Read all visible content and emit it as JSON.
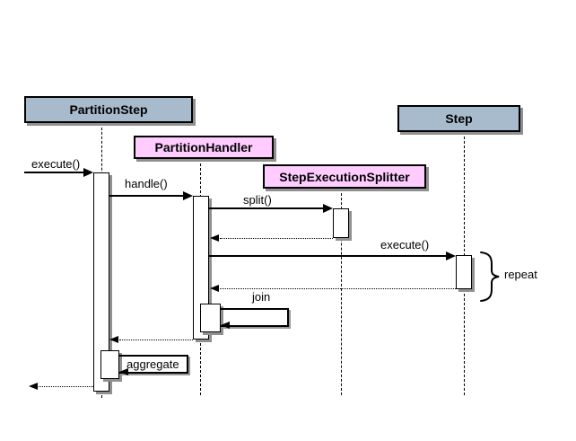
{
  "colors": {
    "participant_blue": "#A8BBCC",
    "participant_pink": "#FFCCFF",
    "activation_fill": "#FFFFFF",
    "shadow_gray": "#909090",
    "line_black": "#000000",
    "background": "#FFFFFF"
  },
  "participants": [
    {
      "label": "PartitionStep",
      "color": "#A8BBCC"
    },
    {
      "label": "PartitionHandler",
      "color": "#FFCCFF"
    },
    {
      "label": "StepExecutionSplitter",
      "color": "#FFCCFF"
    },
    {
      "label": "Step",
      "color": "#A8BBCC"
    }
  ],
  "messages": {
    "execute_initial": "execute()",
    "handle": "handle()",
    "split": "split()",
    "execute_step": "execute()",
    "join": "join",
    "aggregate": "aggregate"
  },
  "annotations": {
    "repeat": "repeat"
  }
}
